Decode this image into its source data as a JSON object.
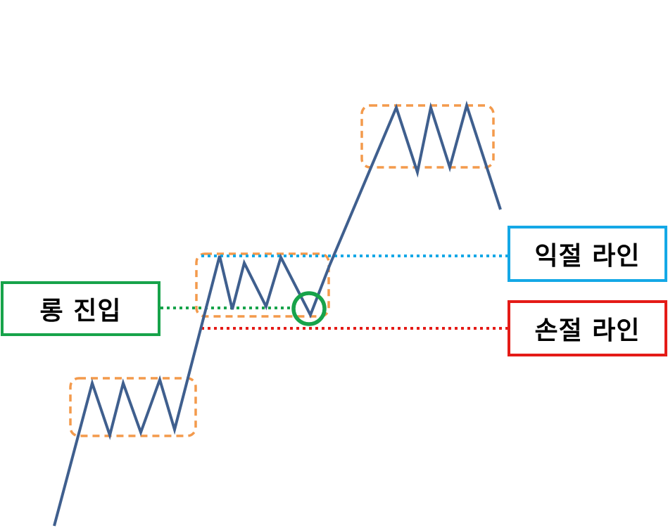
{
  "labels": {
    "long_entry": "롱 진입",
    "take_profit_line": "익절 라인",
    "stop_loss_line": "손절 라인"
  },
  "colors": {
    "price_line": "#3f5f8e",
    "consolidation_box": "#f39a4c",
    "entry": "#17a34a",
    "take_profit": "#14a8e6",
    "stop_loss": "#e41b17"
  },
  "icons": {
    "entry_marker": "circle-marker"
  }
}
